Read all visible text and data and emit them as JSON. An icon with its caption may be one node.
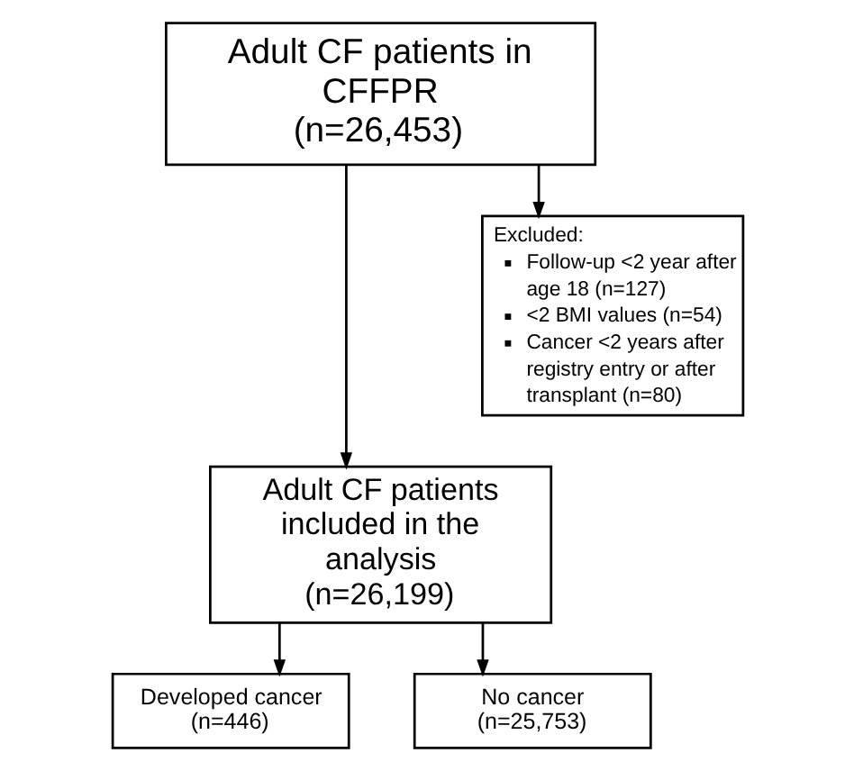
{
  "diagram": {
    "nodes": [
      {
        "text": [
          "Adult CF patients in CFFPR",
          "(n=26,453)"
        ]
      },
      {
        "text": [
          "Excluded:",
          "Follow-up <2 year after age 18 (n=127)",
          "<2 BMI values (n=54)",
          "Cancer <2 years after registry entry or after transplant (n=80)"
        ]
      },
      {
        "text": [
          "Adult CF patients included in the analysis",
          "(n=26,199)"
        ]
      },
      {
        "text": [
          "Developed cancer",
          "(n=446)"
        ]
      },
      {
        "text": [
          "No cancer",
          "(n=25,753)"
        ]
      }
    ],
    "edges": [
      {
        "from": 0,
        "to": 2,
        "arrow": "to"
      },
      {
        "from": 0,
        "to": 1,
        "arrow": "to"
      },
      {
        "from": 2,
        "to": 3,
        "arrow": "to"
      },
      {
        "from": 2,
        "to": 4,
        "arrow": "to"
      }
    ]
  }
}
